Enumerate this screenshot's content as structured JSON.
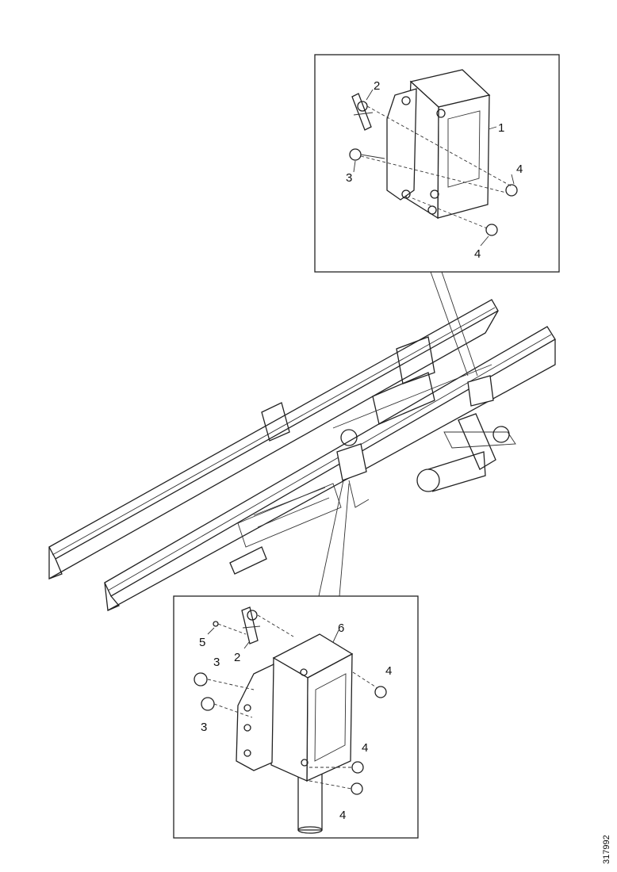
{
  "figure": {
    "document_id": "317992"
  },
  "callouts": {
    "top": [
      "2",
      "1",
      "3",
      "4",
      "4"
    ],
    "bottom": [
      "6",
      "5",
      "2",
      "3",
      "3",
      "4",
      "4",
      "4"
    ]
  }
}
